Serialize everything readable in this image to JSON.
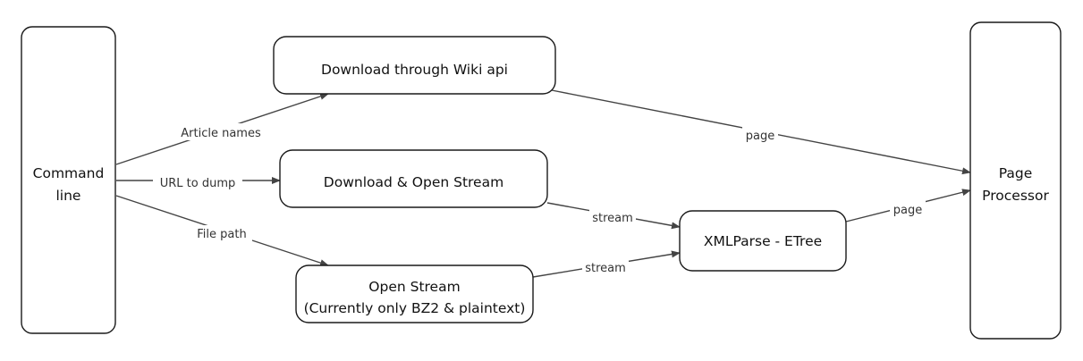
{
  "nodes": {
    "command_line": {
      "label_1": "Command",
      "label_2": "line"
    },
    "wiki_api": {
      "label": "Download through Wiki api"
    },
    "download_stream": {
      "label": "Download & Open Stream"
    },
    "open_stream": {
      "label_1": "Open Stream",
      "label_2": "(Currently only BZ2 & plaintext)"
    },
    "xml_parse": {
      "label": "XMLParse - ETree"
    },
    "page_processor": {
      "label_1": "Page",
      "label_2": "Processor"
    }
  },
  "edges": {
    "article_names": "Article names",
    "url_to_dump": "URL to dump",
    "file_path": "File path",
    "stream_1": "stream",
    "stream_2": "stream",
    "page_1": "page",
    "page_2": "page"
  },
  "colors": {
    "stroke": "#1a1a1a",
    "edge": "#444444",
    "background": "#ffffff"
  }
}
